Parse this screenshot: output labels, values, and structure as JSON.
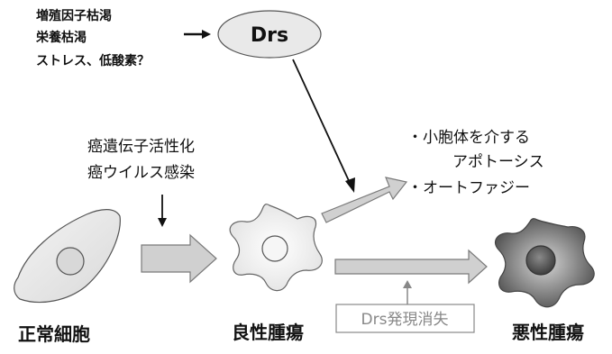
{
  "causes": [
    "増殖因子枯渇",
    "栄養枯渇",
    "ストレス、低酸素？"
  ],
  "drs_label": "Drs",
  "oncogene": [
    "癌遺伝子活性化",
    "癌ウイルス感染"
  ],
  "outcomes": [
    "・小胞体を介する",
    "アポトーシス",
    "・オートファジー"
  ],
  "drs_loss": "Drs発現消失",
  "stages": {
    "normal": "正常細胞",
    "benign": "良性腫瘍",
    "malignant": "悪性腫瘍"
  },
  "colors": {
    "arrow_fill": "#d0d0d0",
    "arrow_stroke": "#7a7a7a",
    "ellipse_fill": "#e9e9e9",
    "nucleus_normal": "#d8d8d8",
    "nucleus_malignant": "#555555"
  }
}
